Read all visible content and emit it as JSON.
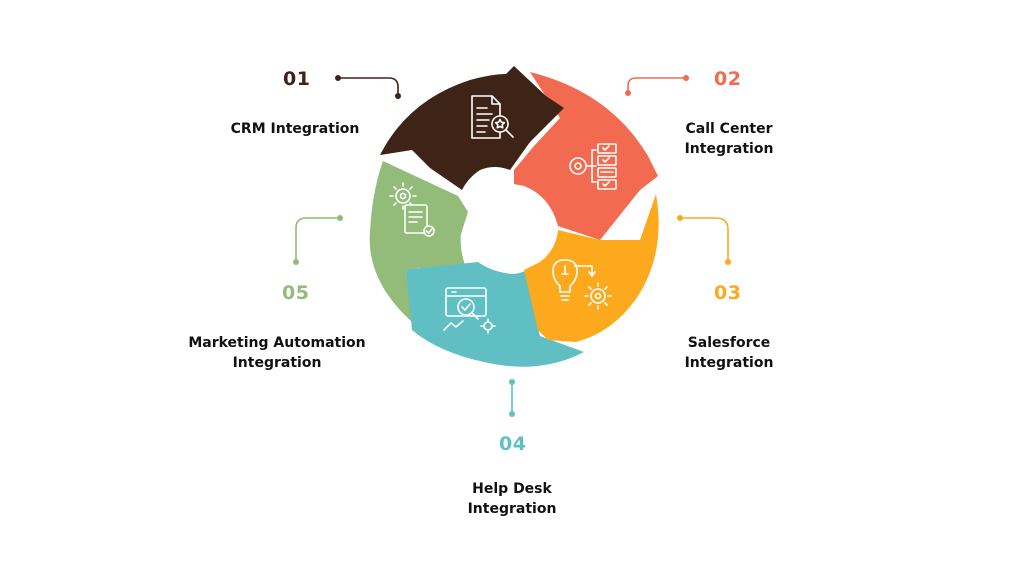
{
  "steps": [
    {
      "number": "01",
      "label_line1": "CRM Integration",
      "label_line2": "",
      "color": "#3e2416",
      "icon": "document-search-icon"
    },
    {
      "number": "02",
      "label_line1": "Call Center",
      "label_line2": "Integration",
      "color": "#f26a50",
      "icon": "checklist-target-icon"
    },
    {
      "number": "03",
      "label_line1": "Salesforce",
      "label_line2": "Integration",
      "color": "#fda91d",
      "icon": "lightbulb-gear-icon"
    },
    {
      "number": "04",
      "label_line1": "Help Desk",
      "label_line2": "Integration",
      "color": "#5fbfc2",
      "icon": "analytics-search-icon"
    },
    {
      "number": "05",
      "label_line1": "Marketing Automation",
      "label_line2": "Integration",
      "color": "#93bb7a",
      "icon": "gear-document-icon"
    }
  ]
}
